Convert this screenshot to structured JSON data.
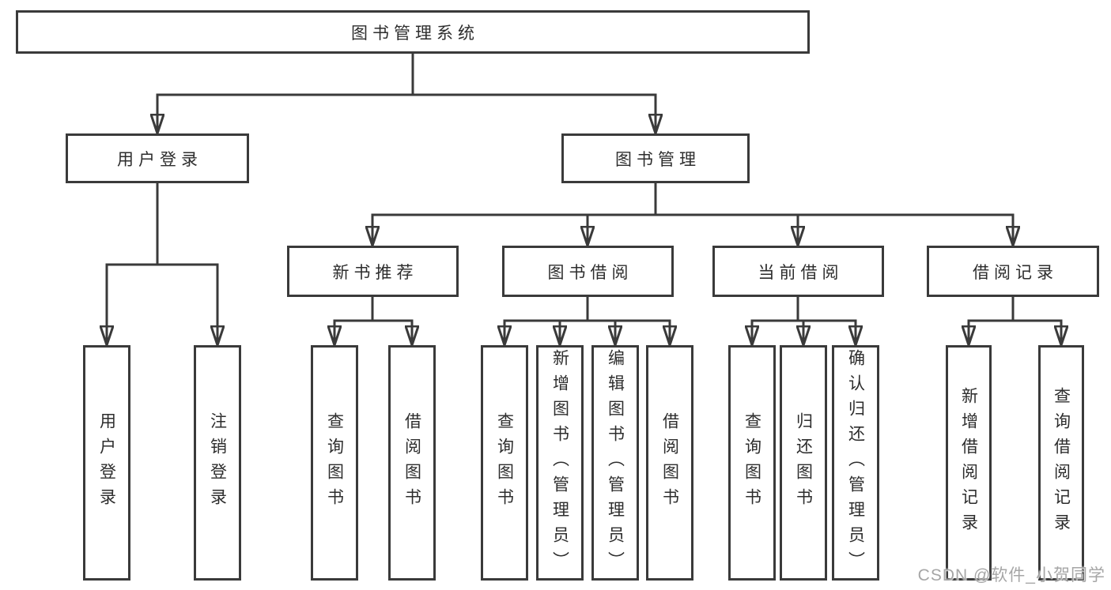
{
  "nodes": {
    "root": "图书管理系统",
    "user_login": "用户登录",
    "book_mgmt": "图书管理",
    "new_book_rec": "新书推荐",
    "book_borrow": "图书借阅",
    "current_borrow": "当前借阅",
    "borrow_record": "借阅记录",
    "leaf_user_login": "用户登录",
    "leaf_logout": "注销登录",
    "leaf_query_book_rec": "查询图书",
    "leaf_borrow_book_rec": "借阅图书",
    "leaf_query_book_borrow": "查询图书",
    "leaf_add_book": "新增图书（管理员）",
    "leaf_edit_book": "编辑图书（管理员）",
    "leaf_borrow_book": "借阅图书",
    "leaf_query_book_current": "查询图书",
    "leaf_return_book": "归还图书",
    "leaf_confirm_return": "确认归还（管理员）",
    "leaf_add_borrow_record": "新增借阅记录",
    "leaf_query_borrow_record": "查询借阅记录"
  },
  "hierarchy": {
    "图书管理系统": [
      "用户登录",
      "图书管理"
    ],
    "用户登录": [
      "用户登录",
      "注销登录"
    ],
    "图书管理": [
      "新书推荐",
      "图书借阅",
      "当前借阅",
      "借阅记录"
    ],
    "新书推荐": [
      "查询图书",
      "借阅图书"
    ],
    "图书借阅": [
      "查询图书",
      "新增图书（管理员）",
      "编辑图书（管理员）",
      "借阅图书"
    ],
    "当前借阅": [
      "查询图书",
      "归还图书",
      "确认归还（管理员）"
    ],
    "借阅记录": [
      "新增借阅记录",
      "查询借阅记录"
    ]
  },
  "watermark": "CSDN @软件_小贺同学",
  "colors": {
    "line": "#3a3a3a",
    "node_border": "#3a3a3a",
    "node_fill": "#ffffff",
    "text": "#2d2d2d",
    "watermark": "#9e9e9e",
    "background": "#ffffff"
  }
}
